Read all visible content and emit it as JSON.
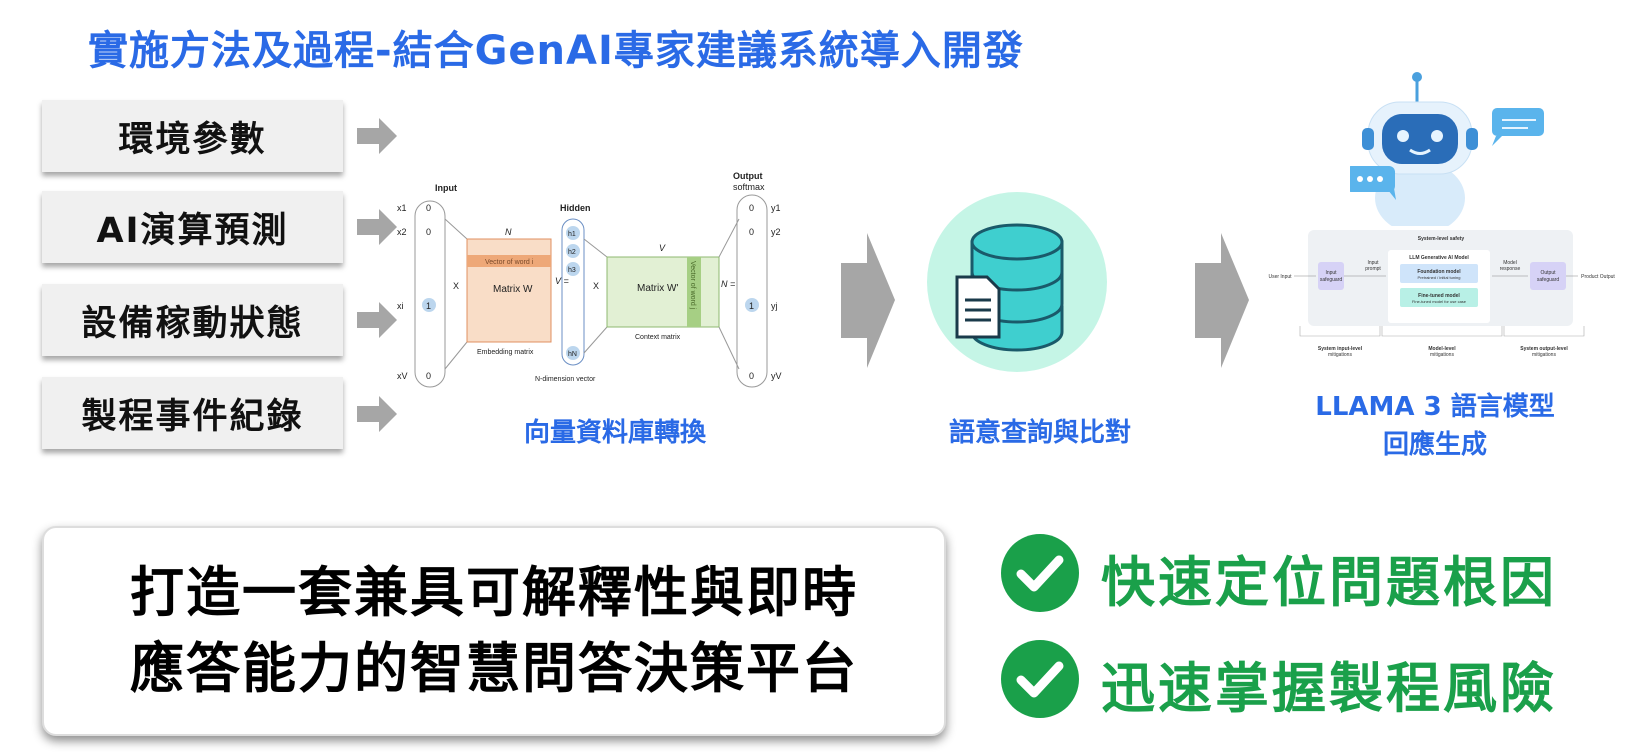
{
  "title": "實施方法及過程-結合GenAI專家建議系統導入開發",
  "inputs": [
    "環境參數",
    "AI演算預測",
    "設備稼動狀態",
    "製程事件紀錄"
  ],
  "steps": {
    "vector_db": "向量資料庫轉換",
    "semantic": "語意查詢與比對",
    "llama_line1": "LLAMA 3 語言模型",
    "llama_line2": "回應生成"
  },
  "word2vec": {
    "input": "Input",
    "hidden": "Hidden",
    "output": "Output",
    "softmax": "softmax",
    "x1": "x1",
    "x2": "x2",
    "xi": "xi",
    "xV": "xV",
    "y1": "y1",
    "y2": "y2",
    "yj": "yj",
    "yV": "yV",
    "zero": "0",
    "one": "1",
    "times": "X",
    "N": "N",
    "V": "V",
    "V_eq": "V =",
    "N_eq": "N =",
    "vector_word_i": "Vector of word i",
    "matrix_w": "Matrix W",
    "embedding": "Embedding matrix",
    "vector_word_j": "Vector of word j",
    "matrix_w2": "Matrix W'",
    "context": "Context matrix",
    "h1": "h1",
    "h2": "h2",
    "h3": "h3",
    "hN": "hN",
    "ndim": "N-dimension vector"
  },
  "llama_diagram": {
    "system_safety": "System-level safety",
    "llm_model": "LLM Generative AI Model",
    "user_input": "User Input",
    "input_safeguard_1": "Input",
    "input_safeguard_2": "safeguard",
    "input_prompt_1": "Input",
    "input_prompt_2": "prompt",
    "foundation": "Foundation model",
    "foundation_sub": "Pretrained / initial tuning",
    "finetuned": "Fine-tuned model",
    "finetuned_sub": "Fine-tuned model for use case",
    "model_response_1": "Model",
    "model_response_2": "response",
    "output_safeguard_1": "Output",
    "output_safeguard_2": "safeguard",
    "product_output": "Product Output",
    "mit_input_1": "System input-level",
    "mit_input_2": "mitigations",
    "mit_model_1": "Model-level",
    "mit_model_2": "mitigations",
    "mit_output_1": "System output-level",
    "mit_output_2": "mitigations"
  },
  "summary": {
    "line1": "打造一套兼具可解釋性與即時",
    "line2": "應答能力的智慧問答決策平台"
  },
  "benefits": [
    "快速定位問題根因",
    "迅速掌握製程風險"
  ],
  "colors": {
    "title": "#2a6ae6",
    "green": "#1aa04a",
    "box": "#f0f0f0",
    "arrow": "#a6a6a6"
  }
}
